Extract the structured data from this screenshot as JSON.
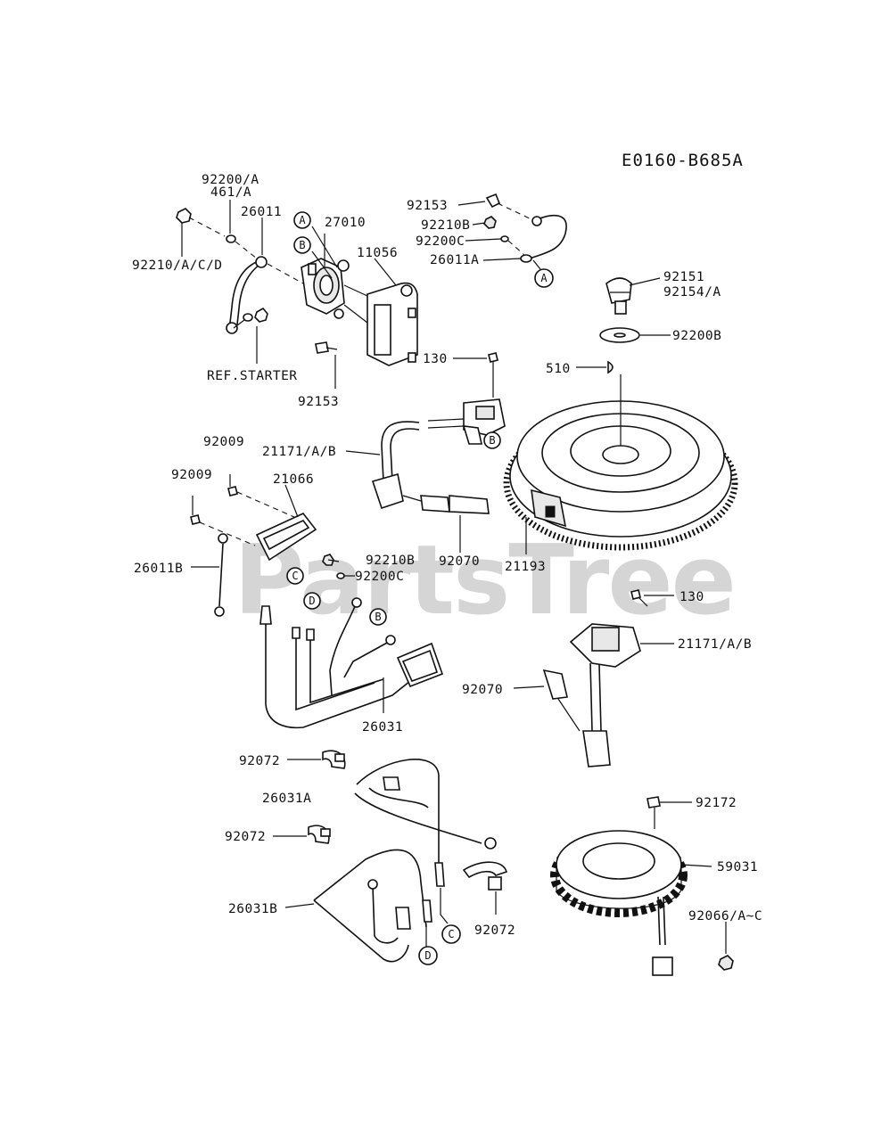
{
  "diagram_code": "E0160-B685A",
  "watermark": "PartsTree",
  "labels": {
    "l_92200_A": "92200/A",
    "l_461_A": "461/A",
    "l_26011": "26011",
    "l_92210_ACD": "92210/A/C/D",
    "l_27010": "27010",
    "l_11056": "11056",
    "l_ref_starter": "REF.STARTER",
    "l_92153_top": "92153",
    "l_92153_left": "92153",
    "l_92210B_top": "92210B",
    "l_92200C_top": "92200C",
    "l_26011A": "26011A",
    "l_92151": "92151",
    "l_92154_A": "92154/A",
    "l_92200B": "92200B",
    "l_130_top": "130",
    "l_510": "510",
    "l_21171_top": "21171/A/B",
    "l_92009_a": "92009",
    "l_92009_b": "92009",
    "l_21066": "21066",
    "l_26011B": "26011B",
    "l_92210B_mid": "92210B",
    "l_92200C_mid": "92200C",
    "l_92070_mid": "92070",
    "l_21193": "21193",
    "l_130_mid": "130",
    "l_21171_mid": "21171/A/B",
    "l_92070_low": "92070",
    "l_26031": "26031",
    "l_92072_a": "92072",
    "l_26031A": "26031A",
    "l_92072_b": "92072",
    "l_26031B": "26031B",
    "l_92072_c": "92072",
    "l_92172": "92172",
    "l_59031": "59031",
    "l_92066": "92066/A~C"
  },
  "callouts": {
    "c_A1": "A",
    "c_B1": "B",
    "c_A2": "A",
    "c_B2": "B",
    "c_C1": "C",
    "c_D1": "D",
    "c_B3": "B",
    "c_C2": "C",
    "c_D2": "D"
  }
}
